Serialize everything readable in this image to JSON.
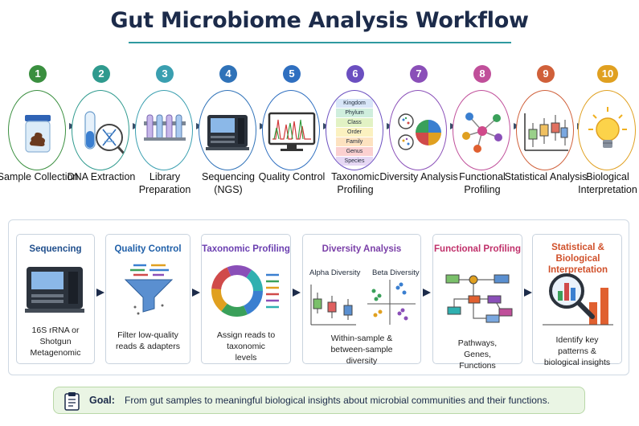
{
  "title": "Gut Microbiome Analysis Workflow",
  "steps": [
    {
      "number": "1",
      "label": "Sample Collection",
      "color": "#3a8f3f"
    },
    {
      "number": "2",
      "label": "DNA Extraction",
      "color": "#2f9a8e"
    },
    {
      "number": "3",
      "label": "Library Preparation",
      "color": "#3a9fb0"
    },
    {
      "number": "4",
      "label": "Sequencing (NGS)",
      "color": "#2f72b8"
    },
    {
      "number": "5",
      "label": "Quality Control",
      "color": "#2f6fc0"
    },
    {
      "number": "6",
      "label": "Taxonomic Profiling",
      "color": "#6b4fc0"
    },
    {
      "number": "7",
      "label": "Diversity Analysis",
      "color": "#8a4fb8"
    },
    {
      "number": "8",
      "label": "Functional Profiling",
      "color": "#c04f9a"
    },
    {
      "number": "9",
      "label": "Statistical Analysis",
      "color": "#d0603a"
    },
    {
      "number": "10",
      "label": "Biological Interpretation",
      "color": "#e0a020"
    }
  ],
  "taxonomy_levels": [
    "Kingdom",
    "Phylum",
    "Class",
    "Order",
    "Family",
    "Genus",
    "Species"
  ],
  "cards": [
    {
      "title": "Sequencing",
      "desc": "16S rRNA or Shotgun Metagenomic",
      "color": "#1f4e8c"
    },
    {
      "title": "Quality Control",
      "desc": "Filter low-quality reads & adapters",
      "color": "#1f5fa8"
    },
    {
      "title": "Taxonomic Profiling",
      "desc": "Assign reads to taxonomic levels",
      "color": "#6b3fb0"
    },
    {
      "title": "Diversity Analysis",
      "desc": "Within-sample & between-sample diversity",
      "color": "#7a3fa8",
      "alpha_label": "Alpha Diversity",
      "beta_label": "Beta Diversity"
    },
    {
      "title": "Functional Profiling",
      "desc": "Pathways, Genes, Functions",
      "color": "#c0306a"
    },
    {
      "title": "Statistical & Biological Interpretation",
      "desc": "Identify key patterns & biological insights",
      "color": "#d0502a"
    }
  ],
  "goal": {
    "label": "Goal:",
    "text": "From gut samples to meaningful biological insights about microbial communities and their functions."
  }
}
